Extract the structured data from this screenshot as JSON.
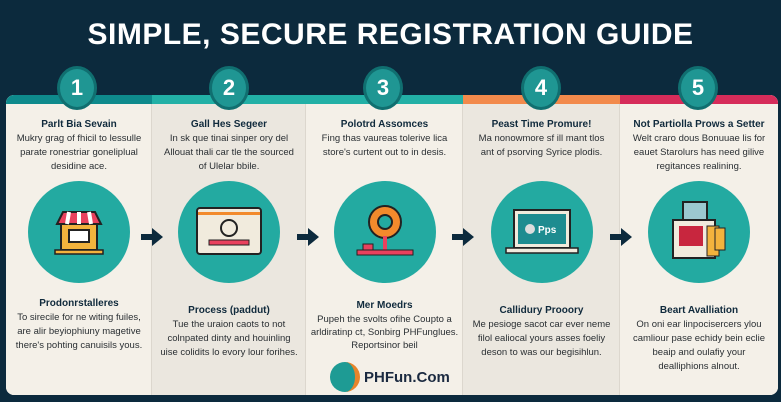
{
  "title": "SIMPLE, SECURE REGISTRATION GUIDE",
  "steps": [
    {
      "number": "1",
      "color": "#0e8a8c",
      "top_heading": "Parlt Bia Sevain",
      "top_text": "Mukry grag of fhicil to lessulle parate ronestriar goneliplual desidine ace.",
      "bottom_heading": "Prodonrstalleres",
      "bottom_text": "To sirecile for ne witing fuiles, are alir beyiophiuny magetive there's pohting canuisils yous.",
      "icon": "storefront-icon"
    },
    {
      "number": "2",
      "color": "#22b0a6",
      "top_heading": "Gall Hes Segeer",
      "top_text": "In sk que tinai sinper ory del Allouat thali car tle the sourced of Ulelar bbile.",
      "bottom_heading": "Process (paddut)",
      "bottom_text": "Tue the uraion caots to not colnpated dinty and houinling uise colidits lo evory lour forihes.",
      "icon": "browser-window-icon"
    },
    {
      "number": "3",
      "color": "#22b0a6",
      "top_heading": "Polotrd Assomces",
      "top_text": "Fing thas vaureas tolerive lica store's curtent out to in desis.",
      "bottom_heading": "Mer Moedrs",
      "bottom_text": "Pupeh the svolts ofihe Coupto a arldiratinp ct, Sonbirg PHFunglues. Reportsinor beil",
      "icon": "gear-stand-icon"
    },
    {
      "number": "4",
      "color": "#f28a4c",
      "top_heading": "Peast Time Promure!",
      "top_text": "Ma nonowmore sf ill mant tlos ant of psorving Syrice plodis.",
      "bottom_heading": "Callidury Prooory",
      "bottom_text": "Me pesioge sacot car ever neme filol ealiocal yours asses foeliy deson to was our begisihlun.",
      "icon": "laptop-icon",
      "laptop_text": "Pps"
    },
    {
      "number": "5",
      "color": "#d62c5a",
      "top_heading": "Not Partiolla Prows a Setter",
      "top_text": "Welt craro dous Bonuuae lis for eauet Starolurs has need gilive regitances realining.",
      "bottom_heading": "Beart Avalliation",
      "bottom_text": "On oni ear linpocisercers ylou camliour pase echidy bein eclie beaip and oulafiy your dealliphions alnout.",
      "icon": "documents-icon"
    }
  ],
  "logo": {
    "text": "PHFun.Com"
  }
}
